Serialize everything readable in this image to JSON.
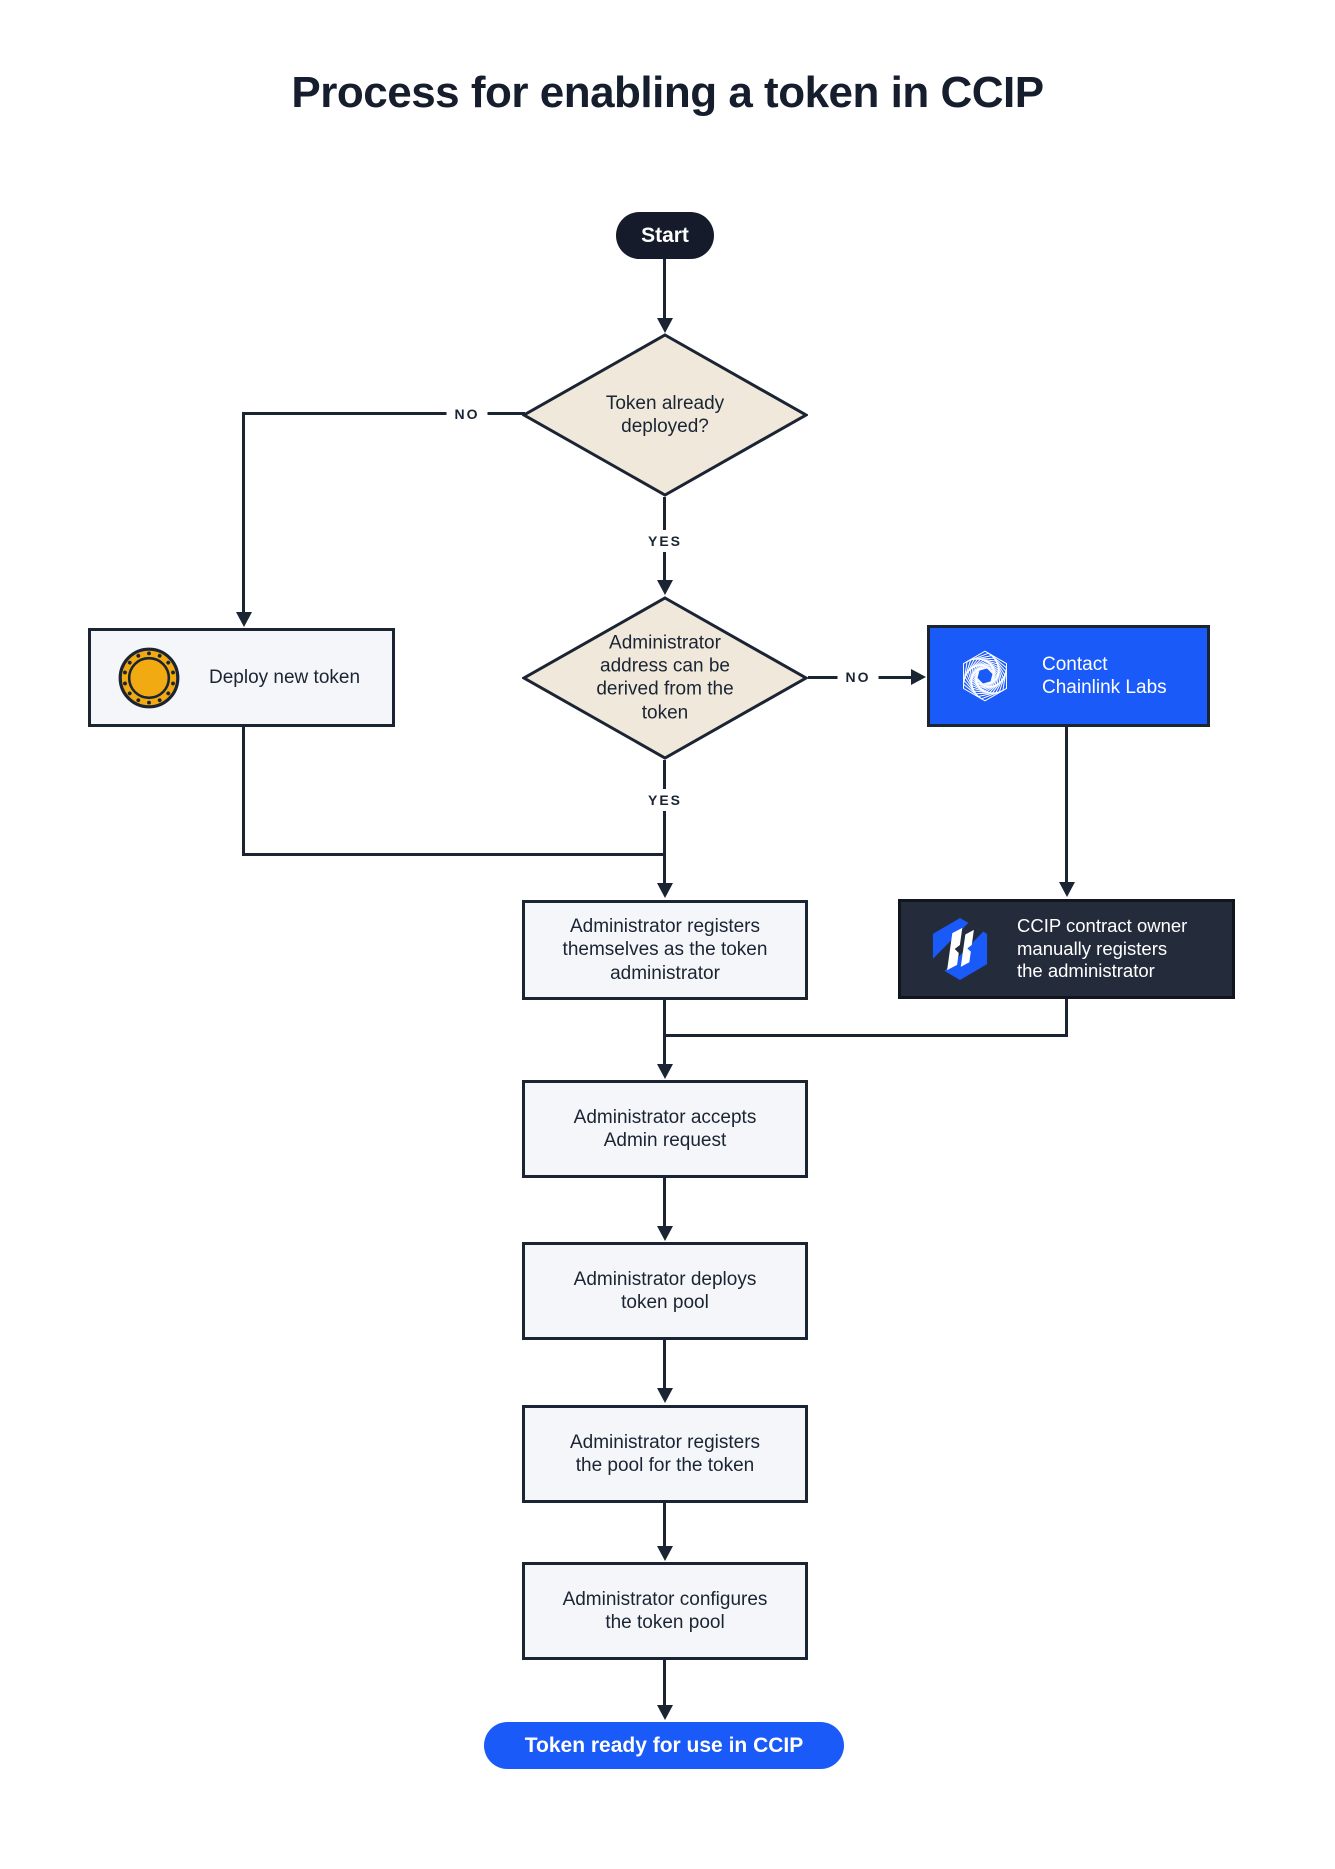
{
  "title": "Process for enabling a token in CCIP",
  "nodes": {
    "start": "Start",
    "token_already_deployed": "Token already\ndeployed?",
    "deploy_new_token": "Deploy new token",
    "admin_address_derivable": "Administrator\naddress can be\nderived from the\ntoken",
    "contact_chainlink_labs": "Contact\nChainlink Labs",
    "admin_registers_self": "Administrator registers\nthemselves as the token\nadministrator",
    "ccip_owner_registers": "CCIP contract owner\nmanually registers\nthe administrator",
    "admin_accepts_request": "Administrator accepts\nAdmin request",
    "admin_deploys_pool": "Administrator deploys\ntoken pool",
    "admin_registers_pool": "Administrator registers\nthe pool for the token",
    "admin_configures_pool": "Administrator configures\nthe token pool",
    "token_ready": "Token ready for use in CCIP"
  },
  "edge_labels": {
    "no_token_deployed": "NO",
    "yes_token_deployed": "YES",
    "no_admin_derivable": "NO",
    "yes_admin_derivable": "YES"
  },
  "icons": {
    "coin": "gold-coin-icon",
    "chainlink_labs": "chainlink-labs-logo-icon",
    "ccip": "ccip-logo-icon"
  },
  "colors": {
    "accent_blue": "#1A5AF8",
    "dark_navy": "#1B2433",
    "diamond_beige": "#EFE8DB",
    "light_box_fill": "#F4F6FA",
    "dark_box_fill": "#242C3C",
    "coin_gold": "#F2AA12"
  }
}
